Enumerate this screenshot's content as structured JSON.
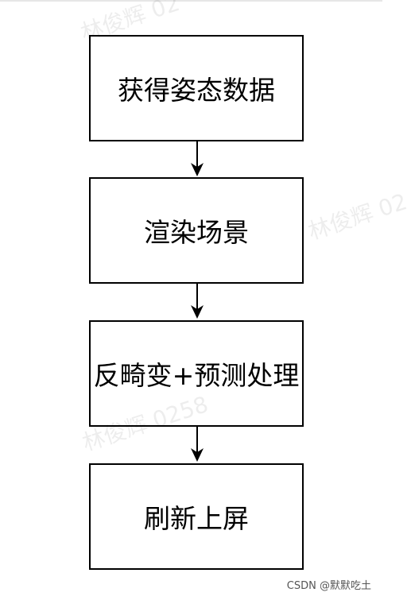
{
  "flowchart": {
    "steps": [
      "获得姿态数据",
      "渲染场景",
      "反畸变+预测处理",
      "刷新上屏"
    ]
  },
  "watermark": {
    "text_full": "林俊辉 0258",
    "text_partial_top": "林俊辉 02",
    "text_partial_right": "林俊辉 02"
  },
  "credit": {
    "text": "CSDN @默默吃土"
  },
  "colors": {
    "stroke": "#000000",
    "background": "#ffffff"
  }
}
